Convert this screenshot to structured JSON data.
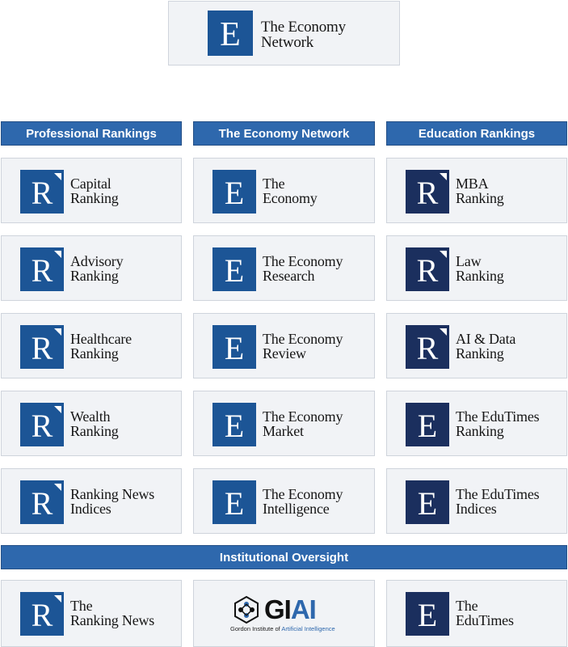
{
  "top": {
    "logo_letter": "E",
    "title_line1": "The Economy",
    "title_line2": "Network"
  },
  "columns": [
    {
      "header": "Professional Rankings",
      "items": [
        {
          "letter": "R",
          "line1": "Capital",
          "line2": "Ranking",
          "logo_color": "#1c5596"
        },
        {
          "letter": "R",
          "line1": "Advisory",
          "line2": "Ranking",
          "logo_color": "#1c5596"
        },
        {
          "letter": "R",
          "line1": "Healthcare",
          "line2": "Ranking",
          "logo_color": "#1c5596"
        },
        {
          "letter": "R",
          "line1": "Wealth",
          "line2": "Ranking",
          "logo_color": "#1c5596"
        },
        {
          "letter": "R",
          "line1": "Ranking News",
          "line2": "Indices",
          "logo_color": "#1c5596"
        }
      ]
    },
    {
      "header": "The Economy Network",
      "items": [
        {
          "letter": "E",
          "line1": "The",
          "line2": "Economy",
          "logo_color": "#1c5596"
        },
        {
          "letter": "E",
          "line1": "The Economy",
          "line2": "Research",
          "logo_color": "#1c5596"
        },
        {
          "letter": "E",
          "line1": "The Economy",
          "line2": "Review",
          "logo_color": "#1c5596"
        },
        {
          "letter": "E",
          "line1": "The Economy",
          "line2": "Market",
          "logo_color": "#1c5596"
        },
        {
          "letter": "E",
          "line1": "The Economy",
          "line2": "Intelligence",
          "logo_color": "#1c5596"
        }
      ]
    },
    {
      "header": "Education Rankings",
      "items": [
        {
          "letter": "R",
          "line1": "MBA",
          "line2": "Ranking",
          "logo_color": "#1b2f5e"
        },
        {
          "letter": "R",
          "line1": "Law",
          "line2": "Ranking",
          "logo_color": "#1b2f5e"
        },
        {
          "letter": "R",
          "line1": "AI & Data",
          "line2": "Ranking",
          "logo_color": "#1b2f5e"
        },
        {
          "letter": "E",
          "line1": "The EduTimes",
          "line2": "Ranking",
          "logo_color": "#1b2f5e"
        },
        {
          "letter": "E",
          "line1": "The EduTimes",
          "line2": "Indices",
          "logo_color": "#1b2f5e"
        }
      ]
    }
  ],
  "oversight": {
    "header": "Institutional Oversight",
    "left": {
      "letter": "R",
      "line1": "The",
      "line2": "Ranking News"
    },
    "center": {
      "word_gi": "GI",
      "word_ai": "AI",
      "sub_prefix": "Gordon Institute of ",
      "sub_highlight": "Artificial Intelligence"
    },
    "right": {
      "letter": "E",
      "line1": "The",
      "line2": "EduTimes"
    }
  },
  "colors": {
    "header_blue": "#2e68ad",
    "logo_blue": "#1c5596",
    "logo_navy": "#1b2f5e",
    "card_bg": "#f1f3f6"
  }
}
